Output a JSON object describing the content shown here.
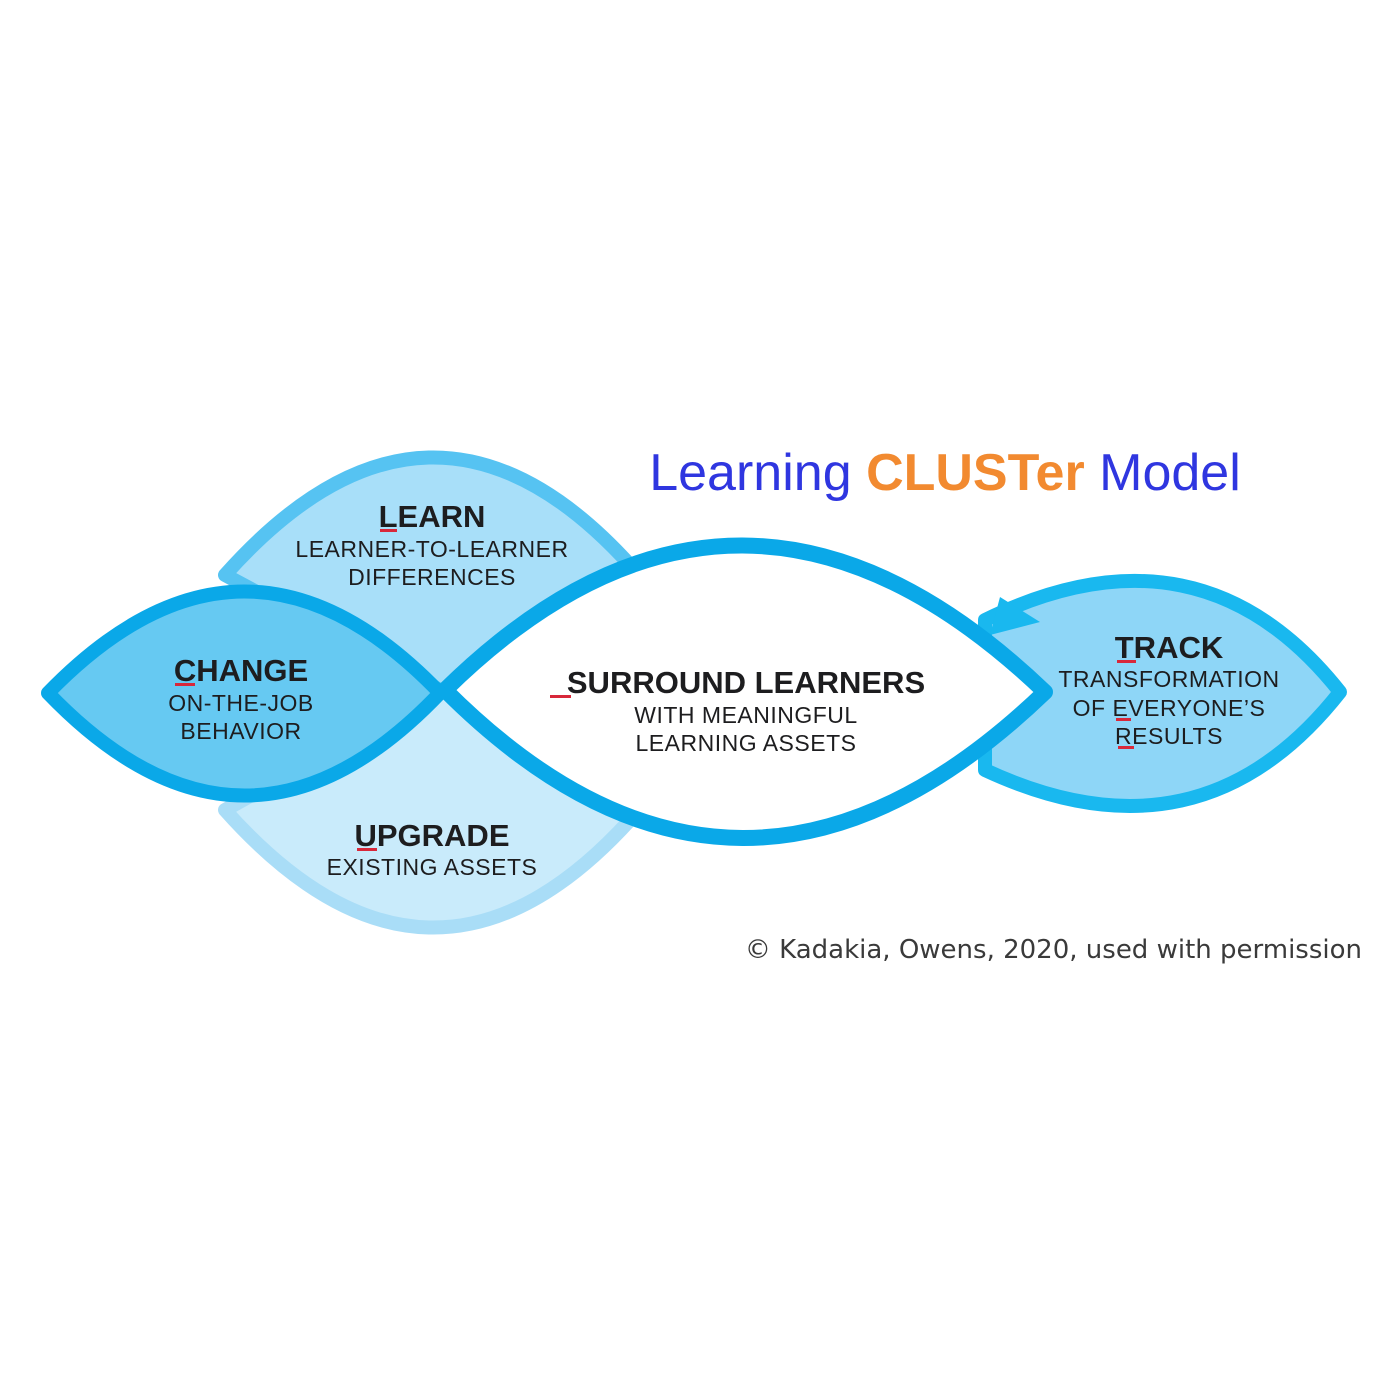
{
  "title": {
    "prefix": "Learning ",
    "accent": "CLUSTer",
    "suffix": " Model",
    "color": "#2f36e0",
    "accent_color": "#f28a30"
  },
  "nodes": {
    "learn": {
      "heading": "LEARN",
      "lines": [
        "LEARNER-TO-LEARNER",
        "DIFFERENCES"
      ]
    },
    "change": {
      "heading": "CHANGE",
      "lines": [
        "ON-THE-JOB",
        "BEHAVIOR"
      ]
    },
    "upgrade": {
      "heading": "UPGRADE",
      "lines": [
        "EXISTING ASSETS"
      ]
    },
    "surround": {
      "heading": "SURROUND LEARNERS",
      "lines": [
        "WITH MEANINGFUL",
        "LEARNING ASSETS"
      ]
    },
    "track": {
      "heading": "TRACK",
      "lines": [
        "TRANSFORMATION",
        "OF EVERYONE’S",
        "RESULTS"
      ]
    }
  },
  "copyright": "© Kadakia, Owens, 2020, used with permission",
  "colors": {
    "underline": "#d8283a",
    "stroke_main": "#0aa8e8",
    "stroke_light": "#56c3f2",
    "fill_learn": "#a8dff9",
    "fill_change": "#66c9f2",
    "fill_upgrade": "#c9ebfb",
    "fill_track": "#8ed6f7"
  }
}
